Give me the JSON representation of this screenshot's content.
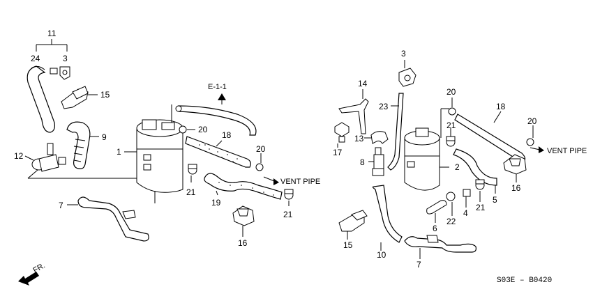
{
  "refs": {
    "section_ref": "E-1-1",
    "vent_pipe_left": "VENT PIPE",
    "vent_pipe_right": "VENT PIPE",
    "front_marker": "FR.",
    "diagram_code": "S03E – B0420"
  },
  "callouts": [
    {
      "id": "c11",
      "label": "11"
    },
    {
      "id": "c24a",
      "label": "24"
    },
    {
      "id": "c3a",
      "label": "3"
    },
    {
      "id": "c15a",
      "label": "15"
    },
    {
      "id": "c9",
      "label": "9"
    },
    {
      "id": "c12",
      "label": "12"
    },
    {
      "id": "c1",
      "label": "1"
    },
    {
      "id": "c20a",
      "label": "20"
    },
    {
      "id": "c18a",
      "label": "18"
    },
    {
      "id": "c20b",
      "label": "20"
    },
    {
      "id": "c21a",
      "label": "21"
    },
    {
      "id": "c7a",
      "label": "7"
    },
    {
      "id": "c19",
      "label": "19"
    },
    {
      "id": "c21b",
      "label": "21"
    },
    {
      "id": "c16a",
      "label": "16"
    },
    {
      "id": "c3b",
      "label": "3"
    },
    {
      "id": "c14",
      "label": "14"
    },
    {
      "id": "c23",
      "label": "23"
    },
    {
      "id": "c13",
      "label": "13"
    },
    {
      "id": "c17",
      "label": "17"
    },
    {
      "id": "c8",
      "label": "8"
    },
    {
      "id": "c20c",
      "label": "20"
    },
    {
      "id": "c18b",
      "label": "18"
    },
    {
      "id": "c21c",
      "label": "21"
    },
    {
      "id": "c20d",
      "label": "20"
    },
    {
      "id": "c2",
      "label": "2"
    },
    {
      "id": "c16b",
      "label": "16"
    },
    {
      "id": "c5",
      "label": "5"
    },
    {
      "id": "c21d",
      "label": "21"
    },
    {
      "id": "c4",
      "label": "4"
    },
    {
      "id": "c22",
      "label": "22"
    },
    {
      "id": "c6",
      "label": "6"
    },
    {
      "id": "c15b",
      "label": "15"
    },
    {
      "id": "c10",
      "label": "10"
    },
    {
      "id": "c7b",
      "label": "7"
    }
  ]
}
